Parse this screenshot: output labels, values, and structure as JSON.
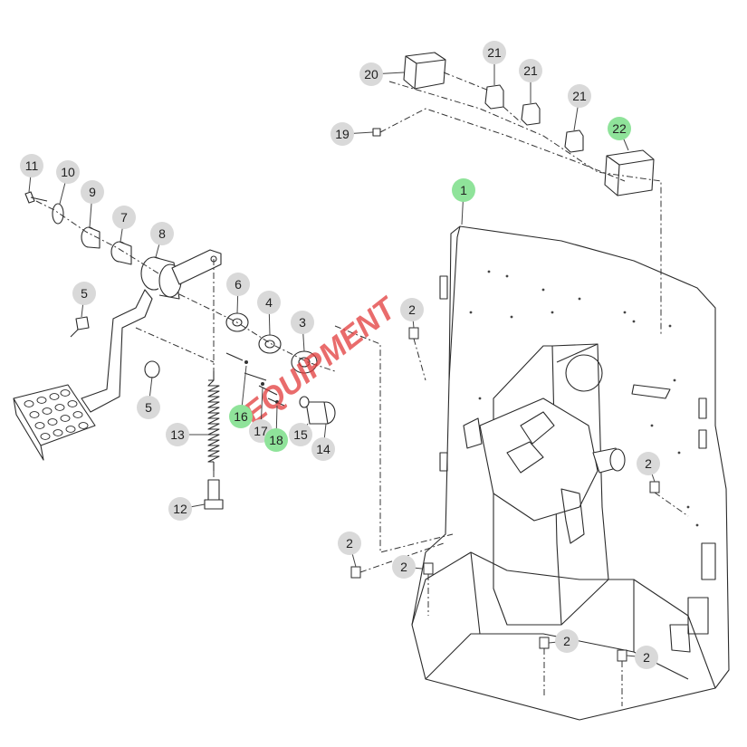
{
  "callouts": [
    {
      "id": "c1",
      "label": "1",
      "highlight": true
    },
    {
      "id": "c2a",
      "label": "2",
      "highlight": false
    },
    {
      "id": "c2b",
      "label": "2",
      "highlight": false
    },
    {
      "id": "c2c",
      "label": "2",
      "highlight": false
    },
    {
      "id": "c2d",
      "label": "2",
      "highlight": false
    },
    {
      "id": "c2e",
      "label": "2",
      "highlight": false
    },
    {
      "id": "c2f",
      "label": "2",
      "highlight": false
    },
    {
      "id": "c3",
      "label": "3",
      "highlight": false
    },
    {
      "id": "c4",
      "label": "4",
      "highlight": false
    },
    {
      "id": "c5a",
      "label": "5",
      "highlight": false
    },
    {
      "id": "c5b",
      "label": "5",
      "highlight": false
    },
    {
      "id": "c6",
      "label": "6",
      "highlight": false
    },
    {
      "id": "c7",
      "label": "7",
      "highlight": false
    },
    {
      "id": "c8",
      "label": "8",
      "highlight": false
    },
    {
      "id": "c9",
      "label": "9",
      "highlight": false
    },
    {
      "id": "c10",
      "label": "10",
      "highlight": false
    },
    {
      "id": "c11",
      "label": "11",
      "highlight": false
    },
    {
      "id": "c12",
      "label": "12",
      "highlight": false
    },
    {
      "id": "c13",
      "label": "13",
      "highlight": false
    },
    {
      "id": "c14",
      "label": "14",
      "highlight": false
    },
    {
      "id": "c15",
      "label": "15",
      "highlight": false
    },
    {
      "id": "c16",
      "label": "16",
      "highlight": true
    },
    {
      "id": "c17",
      "label": "17",
      "highlight": false
    },
    {
      "id": "c18",
      "label": "18",
      "highlight": true
    },
    {
      "id": "c19",
      "label": "19",
      "highlight": false
    },
    {
      "id": "c20",
      "label": "20",
      "highlight": false
    },
    {
      "id": "c21a",
      "label": "21",
      "highlight": false
    },
    {
      "id": "c21b",
      "label": "21",
      "highlight": false
    },
    {
      "id": "c21c",
      "label": "21",
      "highlight": false
    },
    {
      "id": "c22",
      "label": "22",
      "highlight": true
    }
  ],
  "watermark": {
    "text": "EQUIPMENT"
  },
  "colors": {
    "callout_fill": "#d9d9d9",
    "callout_highlight": "#8fe39a",
    "line": "#2b2b2b",
    "watermark": "#e23b3b"
  }
}
